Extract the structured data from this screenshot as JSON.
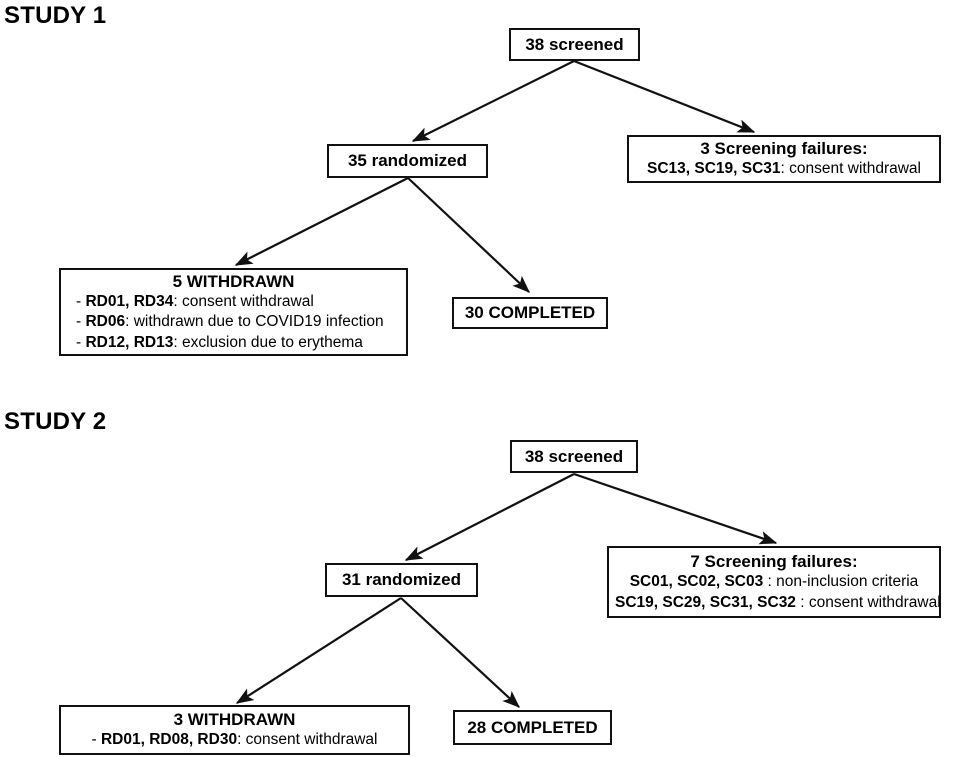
{
  "page": {
    "background": "#ffffff",
    "line_color": "#111111",
    "text_color": "#000000"
  },
  "studies": [
    {
      "title": "STUDY 1",
      "nodes": {
        "screened": {
          "headline": "38 screened"
        },
        "randomized": {
          "headline": "35 randomized"
        },
        "screening_failures": {
          "headline": "3 Screening failures:",
          "details": [
            {
              "ids": "SC13, SC19, SC31",
              "separator": ": ",
              "reason": "consent withdrawal",
              "bullet": ""
            }
          ]
        },
        "withdrawn": {
          "headline": "5 WITHDRAWN",
          "details": [
            {
              "bullet": "- ",
              "ids": "RD01, RD34",
              "separator": ": ",
              "reason": "consent withdrawal"
            },
            {
              "bullet": "- ",
              "ids": "RD06",
              "separator": ": ",
              "reason": "withdrawn due to COVID19 infection"
            },
            {
              "bullet": "- ",
              "ids": "RD12, RD13",
              "separator": ": ",
              "reason": "exclusion due to erythema"
            }
          ]
        },
        "completed": {
          "headline": "30 COMPLETED"
        }
      }
    },
    {
      "title": "STUDY 2",
      "nodes": {
        "screened": {
          "headline": "38 screened"
        },
        "randomized": {
          "headline": "31 randomized"
        },
        "screening_failures": {
          "headline": "7 Screening failures:",
          "details": [
            {
              "bullet": "",
              "ids": "SC01, SC02, SC03",
              "separator": " : ",
              "reason": "non-inclusion criteria"
            },
            {
              "bullet": "",
              "ids": "SC19, SC29, SC31, SC32",
              "separator": " : ",
              "reason": "consent withdrawal"
            }
          ]
        },
        "withdrawn": {
          "headline": "3 WITHDRAWN",
          "details": [
            {
              "bullet": "- ",
              "ids": "RD01, RD08, RD30",
              "separator": ": ",
              "reason": "consent withdrawal"
            }
          ]
        },
        "completed": {
          "headline": "28 COMPLETED"
        }
      }
    }
  ]
}
